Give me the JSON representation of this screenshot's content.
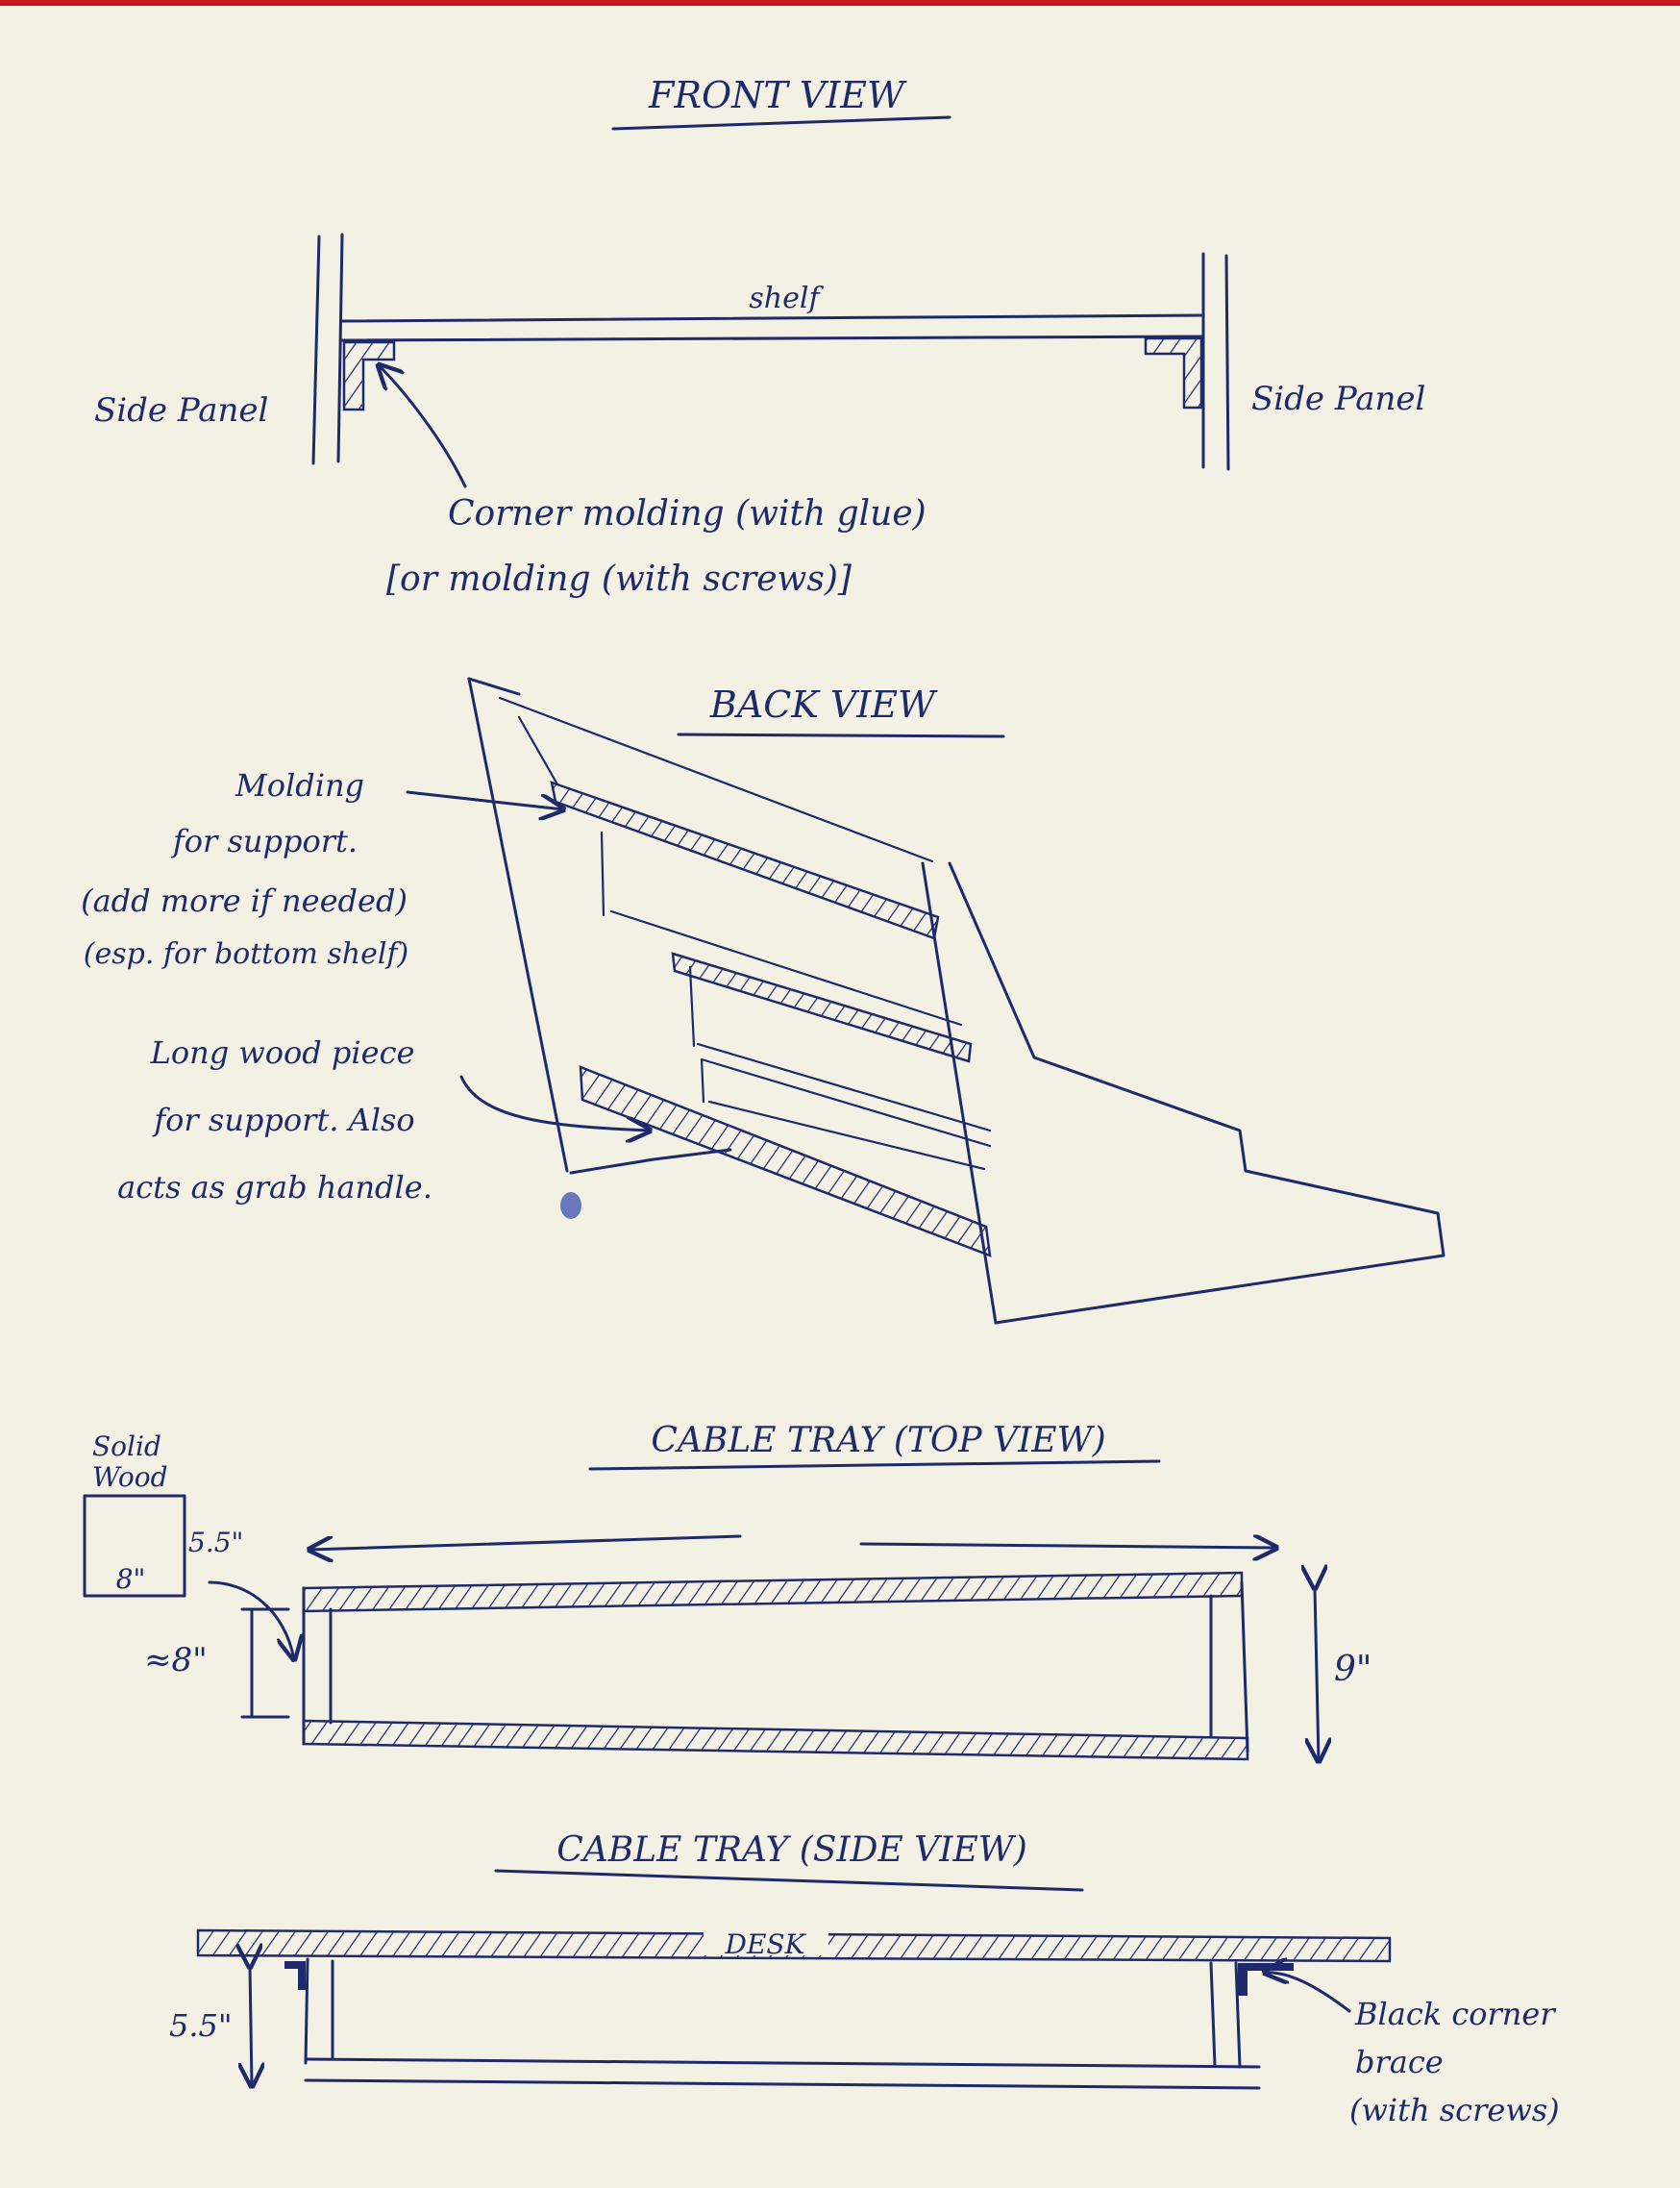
{
  "front_view": {
    "title": "FRONT VIEW",
    "shelf_label": "shelf",
    "left_label": "Side Panel",
    "right_label": "Side Panel",
    "molding_line1": "Corner molding (with glue)",
    "molding_line2": "[or molding (with screws)]"
  },
  "back_view": {
    "title": "BACK VIEW",
    "molding_note": [
      "Molding",
      "for support.",
      "(add more if needed)",
      "(esp. for bottom shelf)"
    ],
    "wood_note": [
      "Long wood piece",
      "for support. Also",
      "acts as grab handle."
    ]
  },
  "cable_tray_top": {
    "title": "CABLE TRAY (TOP VIEW)",
    "solid_wood_label": [
      "Solid",
      "Wood"
    ],
    "block_width": "8\"",
    "block_height": "5.5\"",
    "approx_depth": "≈8\"",
    "height_dim": "9\""
  },
  "cable_tray_side": {
    "title": "CABLE TRAY (SIDE VIEW)",
    "desk_label": "DESK",
    "height_dim": "5.5\"",
    "brace_note": [
      "Black corner",
      "brace",
      "(with screws)"
    ]
  },
  "colors": {
    "ink": "#1f2a6b",
    "paper": "#f3f0e4",
    "border": "#c8161a"
  }
}
